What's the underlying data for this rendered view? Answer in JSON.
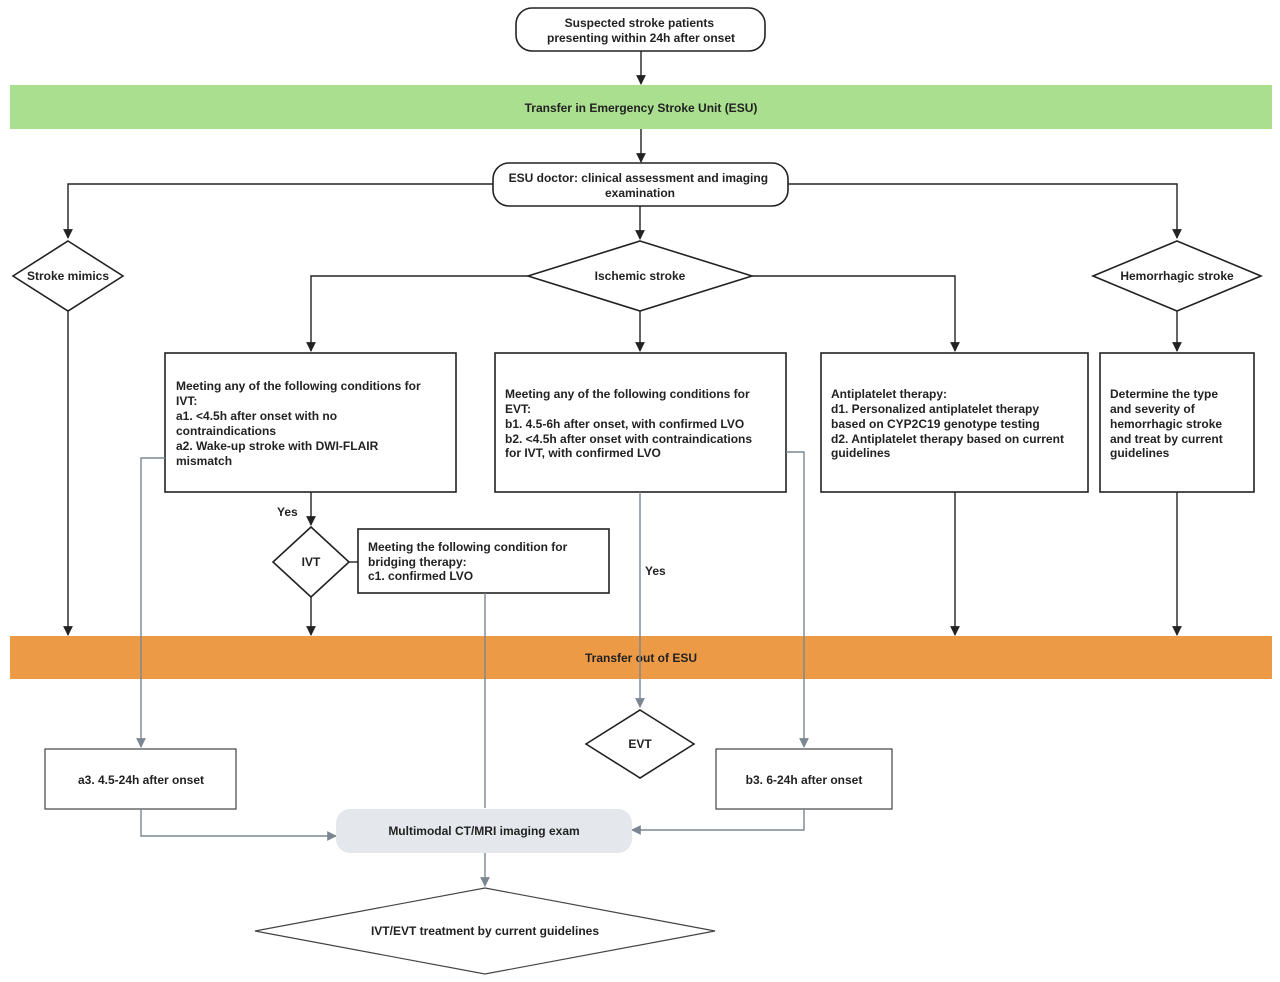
{
  "start": {
    "lines": [
      "Suspected stroke patients",
      "presenting within 24h after onset"
    ]
  },
  "band_esu": {
    "label": "Transfer in Emergency Stroke Unit (ESU)",
    "color": "#a9df8e"
  },
  "assessment": {
    "lines": [
      "ESU doctor: clinical assessment and imaging",
      "examination"
    ]
  },
  "decisions": {
    "mimics": "Stroke mimics",
    "ischemic": "Ischemic stroke",
    "hemorrhagic": "Hemorrhagic stroke"
  },
  "ivt_box": {
    "lines": [
      "Meeting any of the following conditions for",
      "IVT:",
      "a1. <4.5h after onset with no",
      "contraindications",
      "a2. Wake-up stroke with DWI-FLAIR",
      "mismatch"
    ]
  },
  "evt_box": {
    "lines": [
      "Meeting any of the following conditions for",
      "EVT:",
      "b1. 4.5-6h after onset, with confirmed LVO",
      "b2. <4.5h after onset with contraindications",
      "for IVT, with confirmed LVO"
    ]
  },
  "antiplatelet_box": {
    "lines": [
      "Antiplatelet therapy:",
      "d1. Personalized antiplatelet therapy",
      "based on CYP2C19 genotype testing",
      "d2. Antiplatelet therapy based on current",
      "guidelines"
    ]
  },
  "hemorrhagic_box": {
    "lines": [
      "Determine the type",
      "and severity of",
      "hemorrhagic stroke",
      "and treat by current",
      "guidelines"
    ]
  },
  "yes_left": "Yes",
  "yes_mid": "Yes",
  "ivt_diamond": "IVT",
  "bridging_box": {
    "lines": [
      "Meeting the following condition for",
      "bridging therapy:",
      "c1. confirmed LVO"
    ]
  },
  "band_out": {
    "label": "Transfer out of ESU",
    "color": "#ed9a46"
  },
  "a3_box": "a3. 4.5-24h after onset",
  "evt_diamond": "EVT",
  "b3_box": "b3. 6-24h after onset",
  "multimodal": {
    "label": "Multimodal CT/MRI imaging exam",
    "color": "#e4e8ec"
  },
  "final": "IVT/EVT treatment by current guidelines"
}
